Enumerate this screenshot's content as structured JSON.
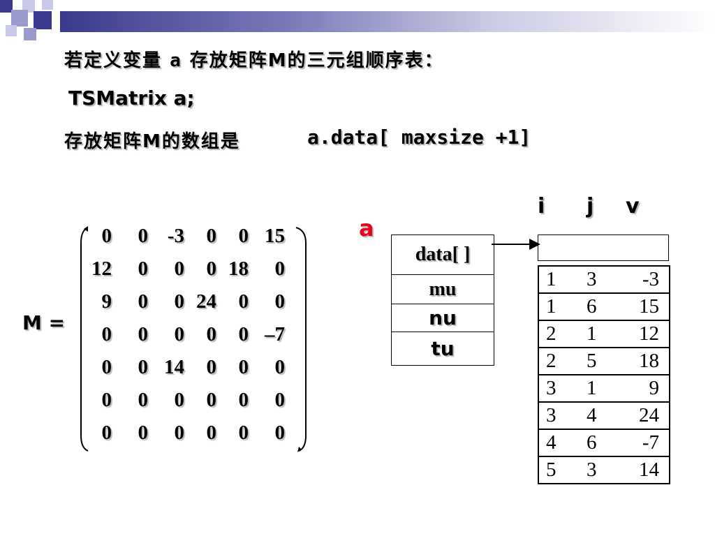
{
  "text": {
    "line1_prefix": "若定义变量 ",
    "line1_var": "a",
    "line1_suffix": " 存放矩阵M的三元组顺序表：",
    "line2": "TSMatrix a;",
    "line3_prefix": "存放矩阵M的数组是",
    "line3_code": "a.data[ maxsize +1]"
  },
  "matrix": {
    "label": "M =",
    "rows": [
      [
        "0",
        "0",
        "-3",
        "0",
        "0",
        "15"
      ],
      [
        "12",
        "0",
        "0",
        "0",
        "18",
        "0"
      ],
      [
        "9",
        "0",
        "0",
        "24",
        "0",
        "0"
      ],
      [
        "0",
        "0",
        "0",
        "0",
        "0",
        "–7"
      ],
      [
        "0",
        "0",
        "14",
        "0",
        "0",
        "0"
      ],
      [
        "0",
        "0",
        "0",
        "0",
        "0",
        "0"
      ],
      [
        "0",
        "0",
        "0",
        "0",
        "0",
        "0"
      ]
    ]
  },
  "struct": {
    "var_label": "a",
    "fields": [
      "data[ ]",
      "mu",
      "nu",
      "tu"
    ]
  },
  "triples": {
    "headers": [
      "i",
      "j",
      "v"
    ],
    "rows": [
      [
        "1",
        "3",
        "-3"
      ],
      [
        "1",
        "6",
        "15"
      ],
      [
        "2",
        "1",
        "12"
      ],
      [
        "2",
        "5",
        "18"
      ],
      [
        "3",
        "1",
        "9"
      ],
      [
        "3",
        "4",
        "24"
      ],
      [
        "4",
        "6",
        "-7"
      ],
      [
        "5",
        "3",
        "14"
      ]
    ]
  },
  "colors": {
    "accent_red": "#e8001e",
    "header_blue": "#3a3a8e"
  }
}
